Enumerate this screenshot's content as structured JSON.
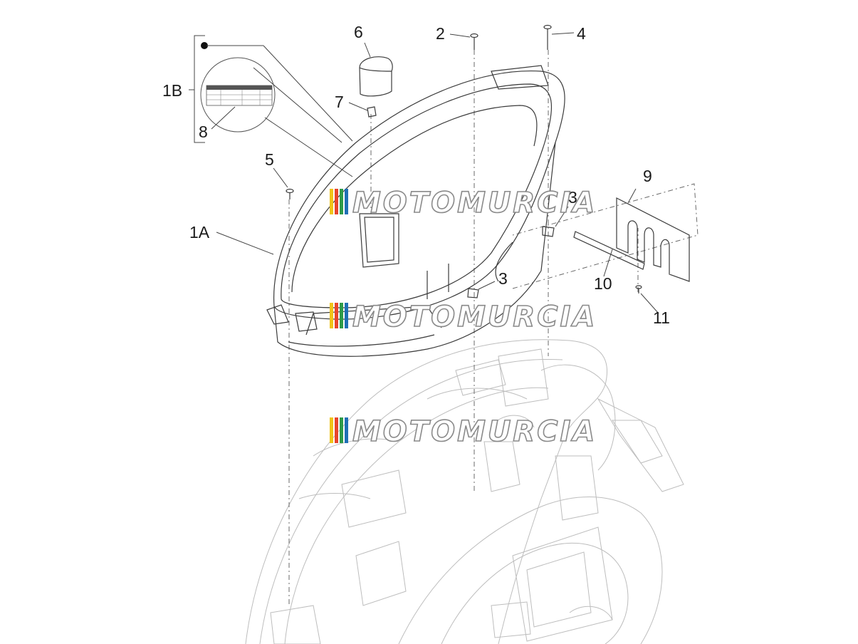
{
  "callouts": {
    "c1B": "1B",
    "c1A": "1A",
    "c2": "2",
    "c3a": "3",
    "c3b": "3",
    "c4": "4",
    "c5": "5",
    "c6": "6",
    "c7": "7",
    "c8": "8",
    "c9": "9",
    "c10": "10",
    "c11": "11"
  },
  "watermark": {
    "text": "MOTOMURCIA",
    "stripe_colors": [
      "#f0c419",
      "#e8452c",
      "#2e9b4a",
      "#1f6fb5"
    ]
  }
}
